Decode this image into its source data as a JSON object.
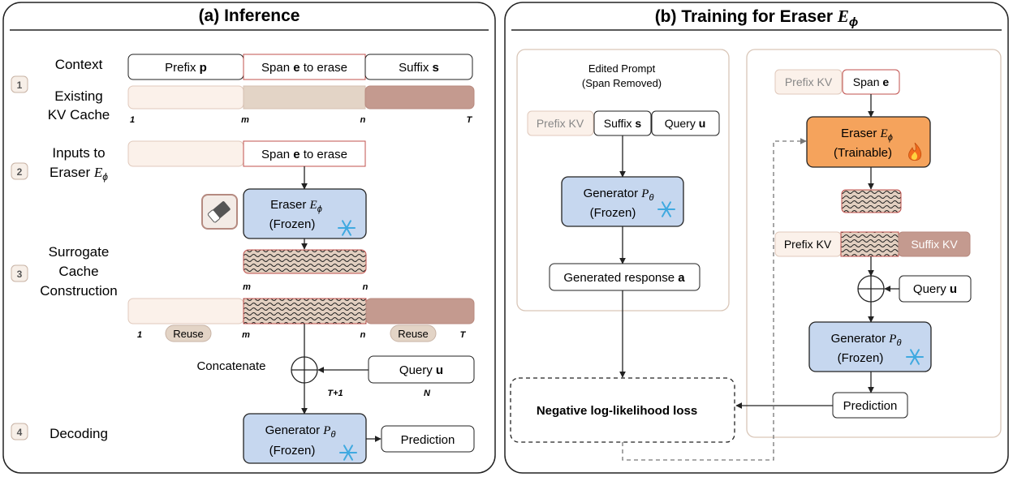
{
  "panel_a": {
    "title": "(a) Inference",
    "steps": [
      "1",
      "2",
      "3",
      "4"
    ],
    "labels": {
      "context": "Context",
      "existing_1": "Existing",
      "existing_2": "KV Cache",
      "inputs_1": "Inputs to",
      "inputs_2": "Eraser",
      "surrogate_1": "Surrogate",
      "surrogate_2": "Cache",
      "surrogate_3": "Construction",
      "decoding": "Decoding",
      "concatenate": "Concatenate"
    },
    "context_boxes": {
      "prefix_pre": "Prefix ",
      "prefix_var": "p",
      "span_pre": "Span ",
      "span_var": "e",
      "span_post": " to erase",
      "suffix_pre": "Suffix ",
      "suffix_var": "s"
    },
    "positions": {
      "one": "1",
      "m": "m",
      "n": "n",
      "T": "T",
      "T1": "T+1",
      "N": "N"
    },
    "reuse": "Reuse",
    "eraser": {
      "name": "Eraser",
      "sym": "E",
      "sub": "ϕ",
      "state": "(Frozen)"
    },
    "generator": {
      "name": "Generator",
      "sym": "P",
      "sub": "θ",
      "state": "(Frozen)"
    },
    "query": {
      "pre": "Query ",
      "var": "u"
    },
    "prediction": "Prediction"
  },
  "panel_b": {
    "title_pre": "(b) Training for Eraser ",
    "title_sym": "E",
    "title_sub": "ϕ",
    "edited_1": "Edited Prompt",
    "edited_2": "(Span Removed)",
    "prefix_kv": "Prefix KV",
    "suffix_kv": "Suffix KV",
    "suffix": {
      "pre": "Suffix ",
      "var": "s"
    },
    "query": {
      "pre": "Query ",
      "var": "u"
    },
    "span": {
      "pre": "Span ",
      "var": "e"
    },
    "generator": {
      "name": "Generator",
      "sym": "P",
      "sub": "θ",
      "state": "(Frozen)"
    },
    "eraser": {
      "name": "Eraser",
      "sym": "E",
      "sub": "ϕ",
      "state": "(Trainable)"
    },
    "generated": {
      "pre": "Generated response ",
      "var": "a"
    },
    "prediction": "Prediction",
    "loss": "Negative log-likelihood loss"
  },
  "colors": {
    "prefix_fill": "#fbf1ea",
    "span_fill": "#e3d4c6",
    "suffix_fill": "#c49a8f",
    "eraser_frozen": "#c6d7ef",
    "eraser_trainable": "#f5a35c",
    "red_border": "#c0504d"
  },
  "icons": [
    "eraser-icon",
    "snowflake-icon",
    "fire-icon"
  ]
}
